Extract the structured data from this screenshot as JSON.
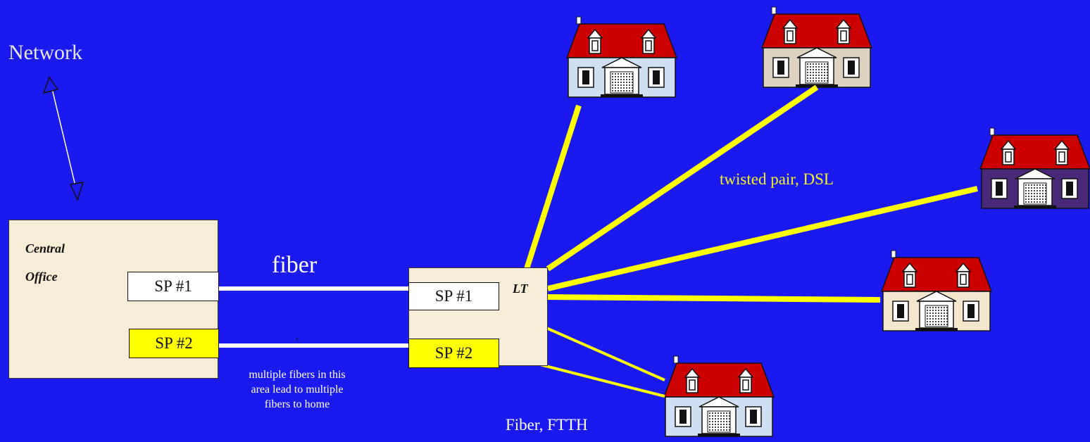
{
  "labels": {
    "network": "Network",
    "fiber": "fiber",
    "twisted_pair": "twisted pair, DSL",
    "ftth": "Fiber, FTTH",
    "fiber_note": "multiple fibers in this area lead to multiple fibers to home",
    "stray_mark": ","
  },
  "central_office": {
    "line1": "Central",
    "line2": "Office",
    "sp1": "SP #1",
    "sp2": "SP #2"
  },
  "local_terminal": {
    "label": "LT",
    "sp1": "SP #1",
    "sp2": "SP #2"
  },
  "colors": {
    "background": "#1a1aee",
    "box_fill": "#f7ecd6",
    "copper_line": "#ffff00",
    "fiber_line": "#ffffff",
    "roof": "#cc0000",
    "house_wall_blue": "#cfe0f5",
    "house_wall_tan": "#ddd2bf",
    "house_wall_purple": "#4a2a78",
    "house_wall_cream": "#f3e6cc"
  },
  "houses": [
    {
      "name": "house-top-1",
      "wall": "#cfe0f5"
    },
    {
      "name": "house-top-2",
      "wall": "#ddd2bf"
    },
    {
      "name": "house-right-1",
      "wall": "#4a2a78"
    },
    {
      "name": "house-right-2",
      "wall": "#f3e6cc"
    },
    {
      "name": "house-bottom",
      "wall": "#cfe0f5"
    }
  ]
}
